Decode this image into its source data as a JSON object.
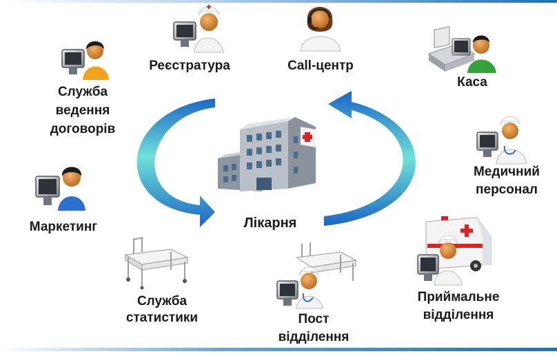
{
  "center": {
    "label": "Лікарня"
  },
  "nodes": {
    "registry": "Реєстратура",
    "call_center": "Call-центр",
    "cashier": "Каса",
    "contracts_line1": "Служба",
    "contracts_line2": "ведення",
    "contracts_line3": "договорів",
    "marketing": "Маркетинг",
    "statistics_line1": "Служба",
    "statistics_line2": "статистики",
    "ward_post_line1": "Пост",
    "ward_post_line2": "відділення",
    "medical_staff_line1": "Медичний",
    "medical_staff_line2": "персонал",
    "admission_line1": "Приймальне",
    "admission_line2": "відділення"
  },
  "colors": {
    "arrow_light": "#6fe0d8",
    "arrow_dark": "#1a66c4",
    "accent_line": "#1f6fb5"
  }
}
